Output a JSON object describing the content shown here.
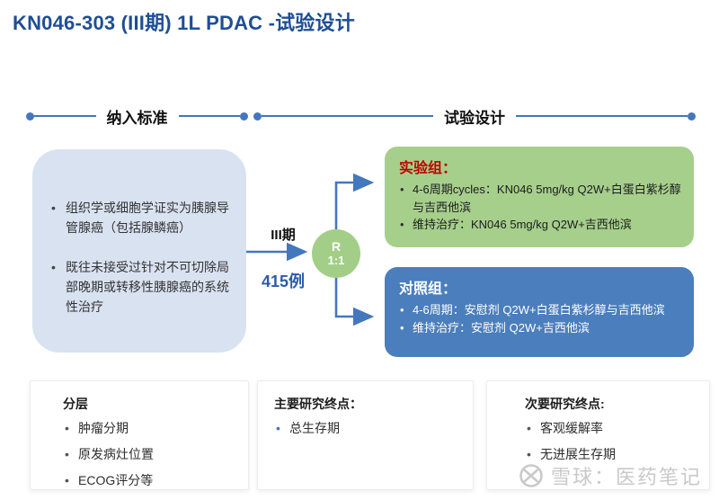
{
  "title": "KN046-303 (III期) 1L PDAC -试验设计",
  "headers": {
    "inclusion": "纳入标准",
    "design": "试验设计"
  },
  "inclusion_box": {
    "bullets": [
      "组织学或细胞学证实为胰腺导管腺癌（包括腺鳞癌）",
      "既往未接受过针对不可切除局部晚期或转移性胰腺癌的系统性治疗"
    ]
  },
  "randomization": {
    "phase": "III期",
    "sample_size": "415例",
    "label": "R",
    "ratio": "1:1"
  },
  "arms": {
    "experimental": {
      "title": "实验组：",
      "bullets": [
        "4-6周期cycles：KN046 5mg/kg Q2W+白蛋白紫杉醇与吉西他滨",
        "维持治疗：KN046 5mg/kg Q2W+吉西他滨"
      ]
    },
    "control": {
      "title": "对照组：",
      "bullets": [
        "4-6周期：安慰剂 Q2W+白蛋白紫杉醇与吉西他滨",
        "维持治疗：安慰剂 Q2W+吉西他滨"
      ]
    }
  },
  "footer_cards": [
    {
      "title": "分层",
      "bullets": [
        "肿瘤分期",
        "原发病灶位置",
        "ECOG评分等"
      ]
    },
    {
      "title": "主要研究终点：",
      "bullets": [
        "总生存期"
      ]
    },
    {
      "title": "次要研究终点:",
      "bullets": [
        "客观缓解率",
        "无进展生存期"
      ]
    }
  ],
  "watermark": {
    "text": "雪球：医药笔记"
  },
  "icons": {
    "connector_dot": "dot",
    "flow_arrow": "right-arrow",
    "watermark_logo": "xueqiu-snowball-icon"
  },
  "colors": {
    "title_blue": "#1F4E94",
    "accent_blue": "#4377BE",
    "inclusion_fill": "#D9E2F1",
    "experimental_fill": "#A6CF8C",
    "experimental_title_red": "#C00000",
    "control_fill": "#4B7EBC",
    "gradient_left": "#2E5492",
    "gradient_right": "#9CC383"
  }
}
